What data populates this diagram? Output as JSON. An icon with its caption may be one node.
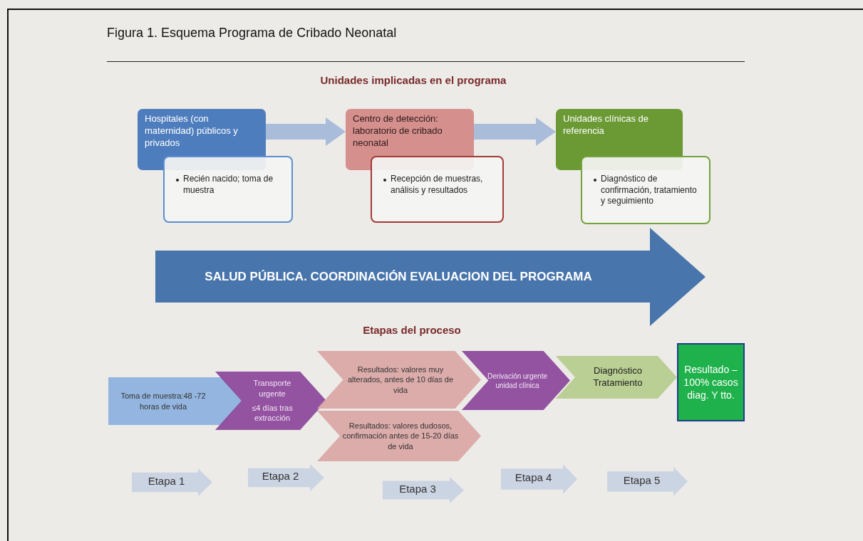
{
  "diagram": {
    "title": "Figura 1. Esquema Programa de Cribado Neonatal",
    "nodes": [
      {
        "text": [
          "Hospitales (con maternidad) públicos y privados"
        ]
      },
      {
        "text": [
          "Recién nacido; toma de muestra"
        ]
      },
      {
        "text": [
          "Centro de detección: laboratorio de cribado neonatal"
        ]
      },
      {
        "text": [
          "Recepción de muestras, análisis y resultados"
        ]
      },
      {
        "text": [
          "Unidades clínicas de referencia"
        ]
      },
      {
        "text": [
          "Diagnóstico de confirmación, tratamiento y seguimiento"
        ]
      },
      {
        "text": [
          "SALUD PÚBLICA.  COORDINACIÓN EVALUACION DEL PROGRAMA"
        ]
      },
      {
        "text": [
          "Toma de muestra:48 -72 horas de vida"
        ]
      },
      {
        "text": [
          "Transporte urgente",
          "≤4 días tras extracción"
        ]
      },
      {
        "text": [
          "Resultados:  valores muy alterados, antes de 10 días de vida"
        ]
      },
      {
        "text": [
          "Resultados: valores dudosos, confirmación antes de 15-20 días de vida"
        ]
      },
      {
        "text": [
          "Derivación urgente unidad clínica"
        ]
      },
      {
        "text": [
          "Diagnóstico Tratamiento"
        ]
      },
      {
        "text": [
          "Resultado –100% casos diag. Y tto."
        ]
      },
      {
        "text": [
          "Etapa 1"
        ]
      },
      {
        "text": [
          "Etapa 2"
        ]
      },
      {
        "text": [
          "Etapa 3"
        ]
      },
      {
        "text": [
          "Etapa 4"
        ]
      },
      {
        "text": [
          "Etapa 5"
        ]
      }
    ],
    "edges": [
      {
        "from": 0,
        "to": 2,
        "arrow": "to",
        "style": "thick"
      },
      {
        "from": 2,
        "to": 4,
        "arrow": "to",
        "style": "thick"
      }
    ],
    "labels": [
      "Unidades implicadas en el programa",
      "Etapas del proceso"
    ]
  }
}
